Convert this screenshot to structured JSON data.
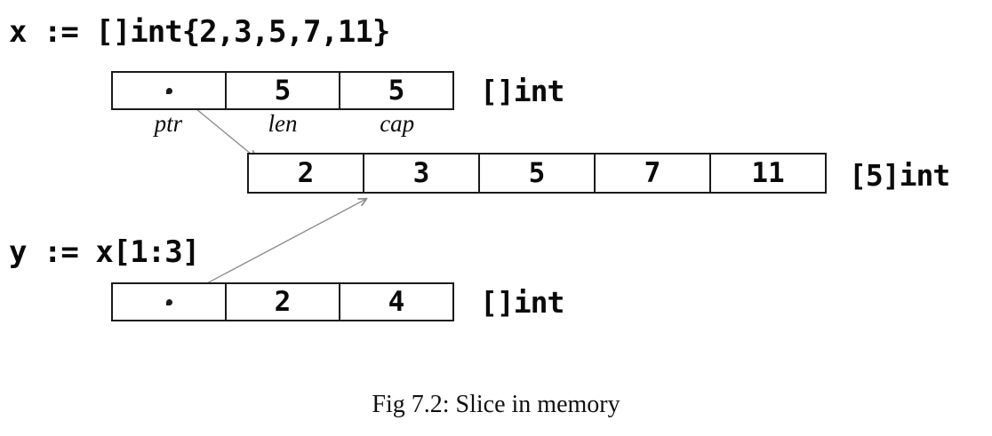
{
  "code": {
    "x_declaration": "x := []int{2,3,5,7,11}",
    "y_declaration": "y := x[1:3]"
  },
  "slice_x": {
    "len": "5",
    "cap": "5",
    "type_label": "[]int",
    "fields": {
      "ptr": "ptr",
      "len": "len",
      "cap": "cap"
    }
  },
  "array": {
    "values": [
      "2",
      "3",
      "5",
      "7",
      "11"
    ],
    "type_label": "[5]int"
  },
  "slice_y": {
    "len": "2",
    "cap": "4",
    "type_label": "[]int"
  },
  "caption": "Fig 7.2: Slice in memory",
  "colors": {
    "box_border": "#1a1a1a",
    "arrow": "#8f8f8f",
    "text": "#0a0a0a"
  }
}
